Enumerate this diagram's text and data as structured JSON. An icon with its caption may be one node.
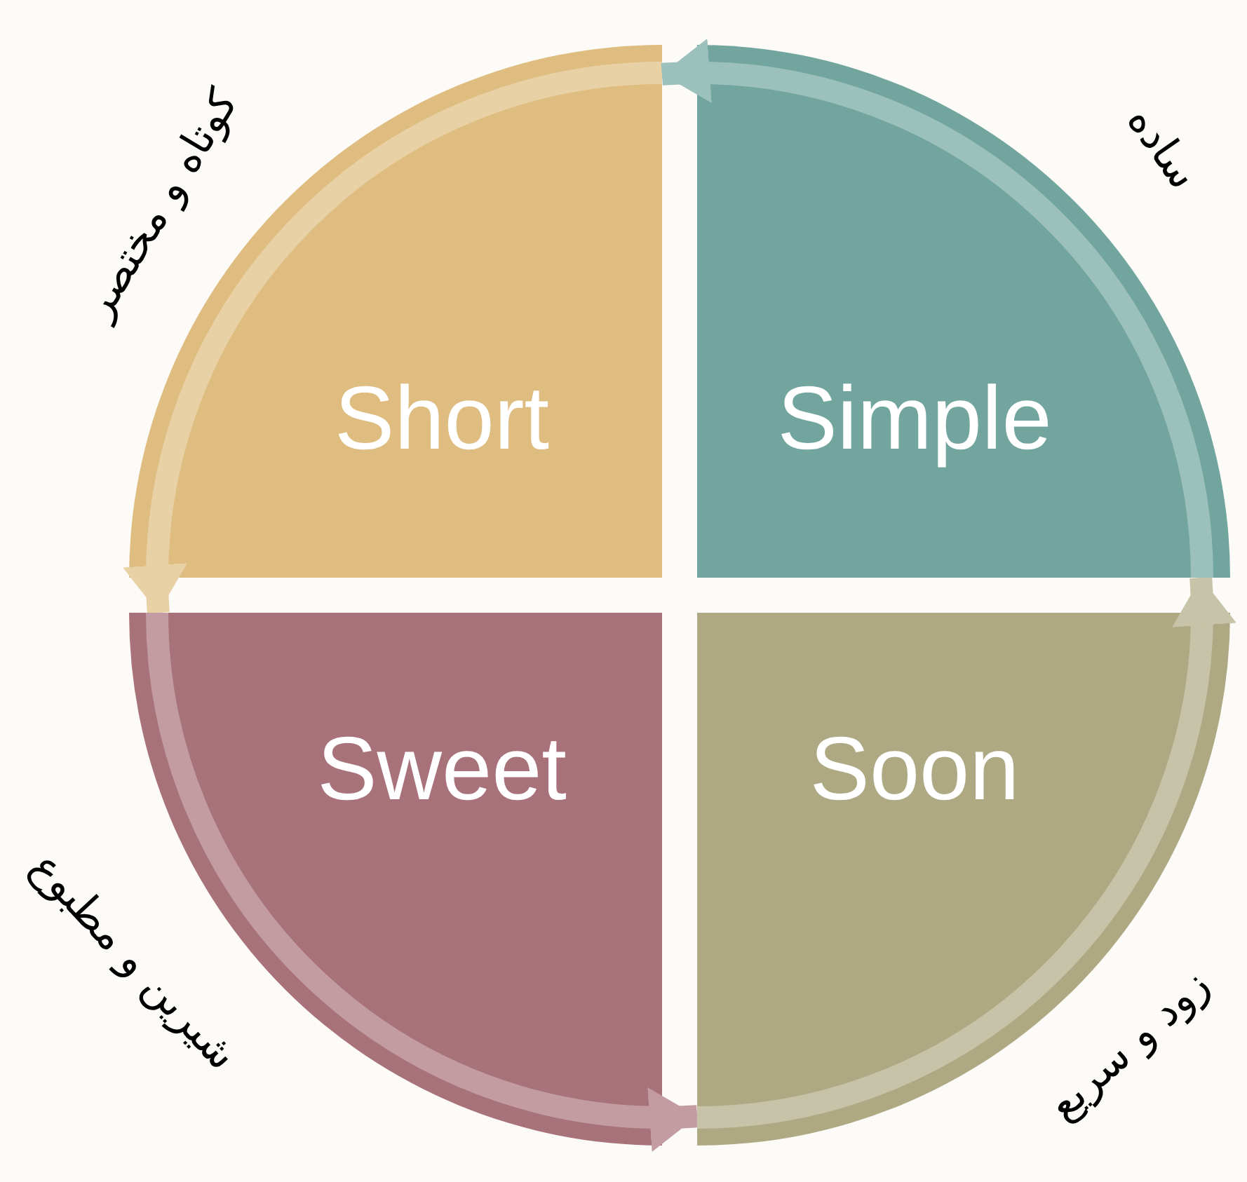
{
  "diagram": {
    "nodes": [
      {
        "text": [
          "Short"
        ],
        "beside": [
          "کوتاه و مختصر"
        ]
      },
      {
        "text": [
          "Simple"
        ],
        "beside": [
          "ساده"
        ]
      },
      {
        "text": [
          "Sweet"
        ],
        "beside": [
          "شیرین و مطبوع"
        ]
      },
      {
        "text": [
          "Soon"
        ],
        "beside": [
          "زود و سریع"
        ]
      }
    ],
    "edges": [
      {
        "from": 0,
        "to": 2,
        "arrow": "to"
      },
      {
        "from": 2,
        "to": 3,
        "arrow": "to"
      },
      {
        "from": 3,
        "to": 1,
        "arrow": "to"
      },
      {
        "from": 1,
        "to": 0,
        "arrow": "to"
      }
    ]
  }
}
